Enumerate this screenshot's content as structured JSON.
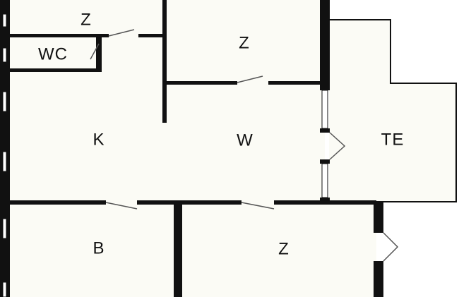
{
  "colors": {
    "background": "#ffffff",
    "floor": "#fbfbf5",
    "wall": "#111111",
    "window_fill": "#ffffff",
    "door_line": "#555555"
  },
  "rooms": [
    {
      "id": "z-top-left",
      "label": "Z"
    },
    {
      "id": "wc",
      "label": "WC"
    },
    {
      "id": "z-top-center",
      "label": "Z"
    },
    {
      "id": "k",
      "label": "K"
    },
    {
      "id": "w",
      "label": "W"
    },
    {
      "id": "te",
      "label": "TE"
    },
    {
      "id": "b",
      "label": "B"
    },
    {
      "id": "z-bottom",
      "label": "Z"
    }
  ]
}
